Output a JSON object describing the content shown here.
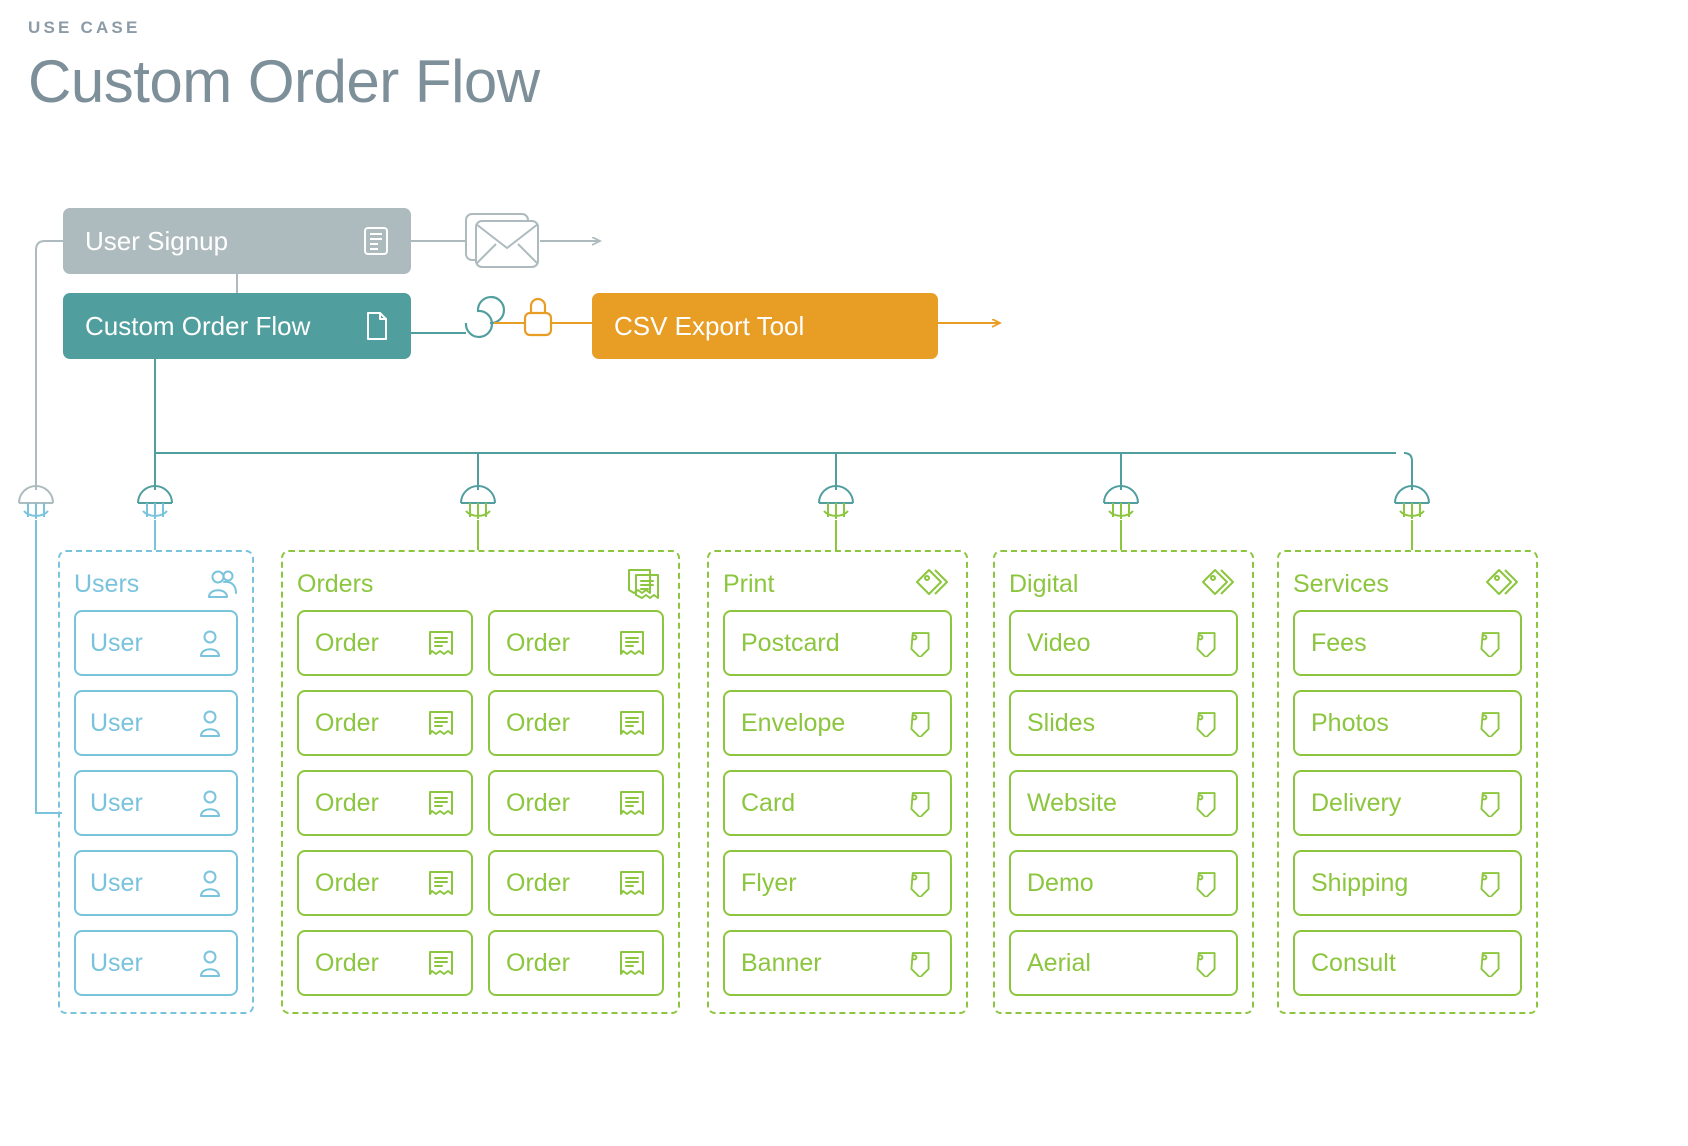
{
  "header": {
    "eyebrow": "USE CASE",
    "title": "Custom Order Flow"
  },
  "palette": {
    "gray": "#aebbbe",
    "teal": "#519e9e",
    "orange": "#e89d25",
    "green": "#8cc63e",
    "blue": "#79c3dd",
    "title_gray": "#7d8f99"
  },
  "flow": {
    "nodes": [
      {
        "id": "user-signup",
        "label": "User Signup",
        "icon": "form-document-icon",
        "color": "#aebbbe"
      },
      {
        "id": "custom-order-flow",
        "label": "Custom Order Flow",
        "icon": "page-icon",
        "color": "#519e9e"
      },
      {
        "id": "csv-export-tool",
        "label": "CSV Export Tool",
        "icon": null,
        "color": "#e89d25"
      }
    ],
    "connectors": [
      {
        "id": "mail-connector",
        "icon": "envelope-icon",
        "color": "#aebbbe"
      },
      {
        "id": "loop-connector",
        "icon": "loop-icon",
        "color": "#519e9e"
      },
      {
        "id": "lock-connector",
        "icon": "lock-icon",
        "color": "#e89d25"
      }
    ],
    "plugs": [
      {
        "id": "plug-users-feed",
        "top_color": "#aebbbe",
        "bottom_color": "#79c3dd"
      },
      {
        "id": "plug-users",
        "top_color": "#519e9e",
        "bottom_color": "#79c3dd"
      },
      {
        "id": "plug-orders",
        "top_color": "#519e9e",
        "bottom_color": "#8cc63e"
      },
      {
        "id": "plug-print",
        "top_color": "#519e9e",
        "bottom_color": "#8cc63e"
      },
      {
        "id": "plug-digital",
        "top_color": "#519e9e",
        "bottom_color": "#8cc63e"
      },
      {
        "id": "plug-services",
        "top_color": "#519e9e",
        "bottom_color": "#8cc63e"
      }
    ]
  },
  "columns": [
    {
      "id": "users",
      "title": "Users",
      "head_icon": "users-group-icon",
      "accent": "#79c3dd",
      "item_icon": "user-icon",
      "stacks": [
        [
          "User",
          "User",
          "User",
          "User",
          "User"
        ]
      ]
    },
    {
      "id": "orders",
      "title": "Orders",
      "head_icon": "receipts-stack-icon",
      "accent": "#8cc63e",
      "item_icon": "receipt-icon",
      "stacks": [
        [
          "Order",
          "Order",
          "Order",
          "Order",
          "Order"
        ],
        [
          "Order",
          "Order",
          "Order",
          "Order",
          "Order"
        ]
      ]
    },
    {
      "id": "print",
      "title": "Print",
      "head_icon": "tags-double-icon",
      "accent": "#8cc63e",
      "item_icon": "tag-icon",
      "stacks": [
        [
          "Postcard",
          "Envelope",
          "Card",
          "Flyer",
          "Banner"
        ]
      ]
    },
    {
      "id": "digital",
      "title": "Digital",
      "head_icon": "tags-double-icon",
      "accent": "#8cc63e",
      "item_icon": "tag-icon",
      "stacks": [
        [
          "Video",
          "Slides",
          "Website",
          "Demo",
          "Aerial"
        ]
      ]
    },
    {
      "id": "services",
      "title": "Services",
      "head_icon": "tags-double-icon",
      "accent": "#8cc63e",
      "item_icon": "tag-icon",
      "stacks": [
        [
          "Fees",
          "Photos",
          "Delivery",
          "Shipping",
          "Consult"
        ]
      ]
    }
  ]
}
